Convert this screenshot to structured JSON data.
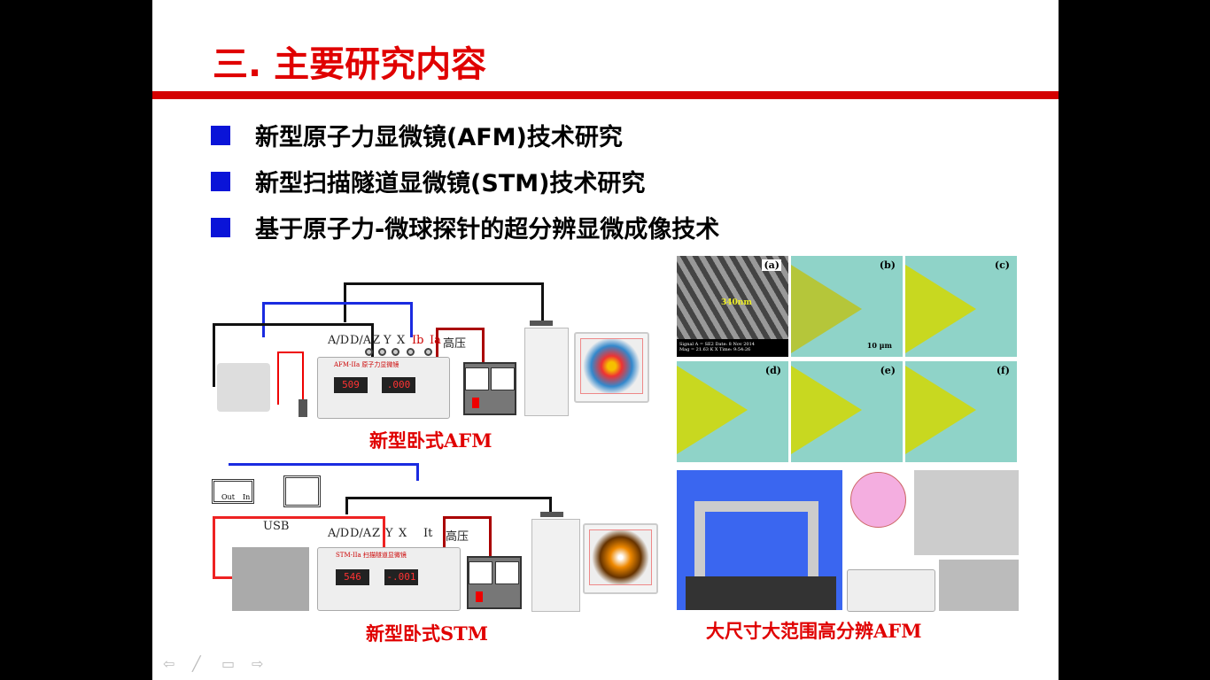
{
  "slide": {
    "title": "三. 主要研究内容",
    "bullets": [
      "新型原子力显微镜(AFM)技术研究",
      "新型扫描隧道显微镜(STM)技术研究",
      "基于原子力-微球探针的超分辨显微成像技术"
    ],
    "afm_diagram": {
      "caption": "新型卧式AFM",
      "labels": {
        "ad": "A/D",
        "da": "D/A",
        "z": "Z",
        "y": "Y",
        "x": "X",
        "ib": "Ib",
        "ia": "Ia",
        "hv": "高压"
      },
      "device_name": "AFM-IIa 原子力显微镜",
      "display1": "509",
      "display2": ".000"
    },
    "stm_diagram": {
      "caption": "新型卧式STM",
      "labels": {
        "ad": "A/D",
        "da": "D/A",
        "z": "Z",
        "y": "Y",
        "x": "X",
        "it": "It",
        "hv": "高压",
        "usb": "USB",
        "out": "Out",
        "in": "In"
      },
      "device_name": "STM-IIa 扫描隧道显微镜",
      "display1": "546",
      "display2": "-.001"
    },
    "micrographs": {
      "panels": [
        "(a)",
        "(b)",
        "(c)",
        "(d)",
        "(e)",
        "(f)"
      ],
      "sem_scale": "340nm",
      "sem_info1": "Signal A = SE2   Date: 8 Nov 2014",
      "sem_info2": "Mag = 21.63 K X   Time: 9:54:26",
      "scale_bar": "10 μm"
    },
    "large_afm": {
      "caption": "大尺寸大范围高分辨AFM"
    }
  },
  "colors": {
    "title": "#e00000",
    "bullet": "#0a14d8",
    "bar": "#d40000"
  },
  "nav_icons": [
    "arrow-left-icon",
    "pen-icon",
    "menu-icon",
    "arrow-right-icon"
  ]
}
